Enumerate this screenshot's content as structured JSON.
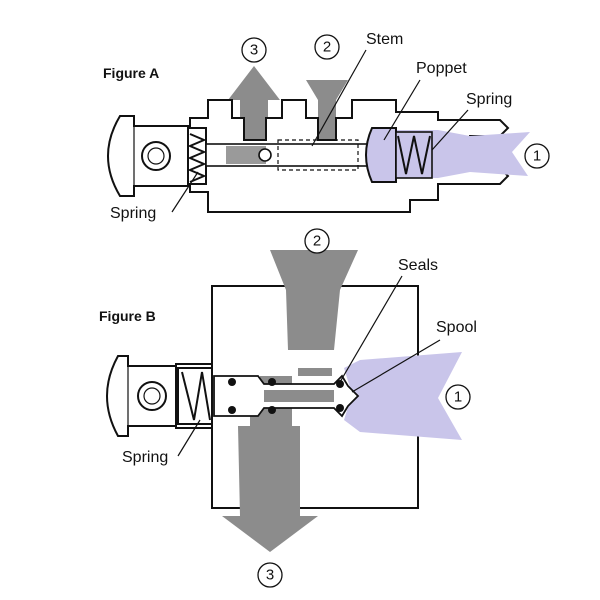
{
  "figures": {
    "a": {
      "title": "Figure A",
      "labels": {
        "stem": "Stem",
        "poppet": "Poppet",
        "spring_right": "Spring",
        "spring_left": "Spring"
      },
      "ports": {
        "p3": "3",
        "p2": "2",
        "p1": "1"
      }
    },
    "b": {
      "title": "Figure B",
      "labels": {
        "seals": "Seals",
        "spool": "Spool",
        "spring": "Spring"
      },
      "ports": {
        "p2": "2",
        "p1": "1",
        "p3": "3"
      }
    }
  },
  "colors": {
    "pressure": "#c9c5ea",
    "flow": "#8c8c8c",
    "outline": "#111111"
  }
}
